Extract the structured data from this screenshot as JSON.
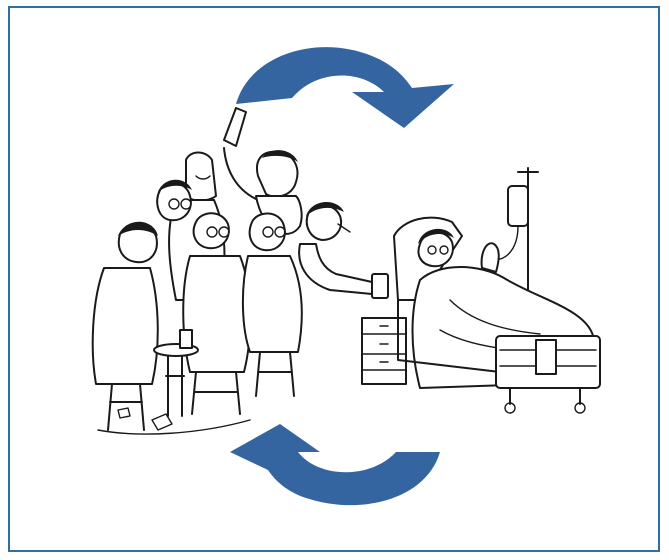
{
  "diagram": {
    "border_color": "#2f6fa6",
    "arrow_color": "#3465a0",
    "arrows": [
      {
        "name": "top-cycle-arrow",
        "direction": "clockwise"
      },
      {
        "name": "bottom-cycle-arrow",
        "direction": "clockwise"
      }
    ],
    "scenes": [
      {
        "name": "researchers-group",
        "description_icon": "scientists-at-bench"
      },
      {
        "name": "patient-bed",
        "description_icon": "patient-in-hospital-bed"
      }
    ]
  }
}
